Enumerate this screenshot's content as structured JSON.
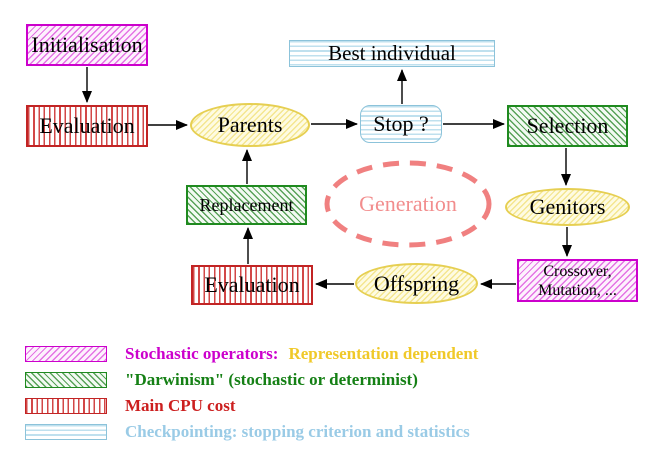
{
  "nodes": {
    "initialisation": "Initialisation",
    "evaluation_top": "Evaluation",
    "parents": "Parents",
    "best_individual": "Best individual",
    "stop": "Stop ?",
    "selection": "Selection",
    "genitors": "Genitors",
    "crossover_mutation": {
      "line1": "Crossover,",
      "line2": "Mutation, ..."
    },
    "offspring": "Offspring",
    "evaluation_bottom": "Evaluation",
    "replacement": "Replacement",
    "generation": "Generation"
  },
  "edges": [
    {
      "from": "initialisation",
      "to": "evaluation_top"
    },
    {
      "from": "evaluation_top",
      "to": "parents"
    },
    {
      "from": "parents",
      "to": "stop"
    },
    {
      "from": "stop",
      "to": "best_individual"
    },
    {
      "from": "stop",
      "to": "selection"
    },
    {
      "from": "selection",
      "to": "genitors"
    },
    {
      "from": "genitors",
      "to": "crossover_mutation"
    },
    {
      "from": "crossover_mutation",
      "to": "offspring"
    },
    {
      "from": "offspring",
      "to": "evaluation_bottom"
    },
    {
      "from": "evaluation_bottom",
      "to": "replacement"
    },
    {
      "from": "replacement",
      "to": "parents"
    }
  ],
  "colors": {
    "stochastic_magenta": "#cc00cc",
    "darwinism_green": "#158015",
    "cpu_red": "#cc1f1f",
    "checkpoint_cyan": "#9acbe6",
    "representation_gold": "#f0c929",
    "operator_yellow_border": "#e6cf52",
    "generation_salmon": "#f08080",
    "arrow_black": "#000000"
  },
  "legend": {
    "items": [
      {
        "pattern": "magenta-diagonal-hatch",
        "parts": [
          {
            "text": "Stochastic operators:",
            "color": "#cc00cc"
          },
          {
            "text": "Representation dependent",
            "color": "#f0c929"
          }
        ]
      },
      {
        "pattern": "green-diagonal-hatch",
        "parts": [
          {
            "text": "\"Darwinism\" (stochastic or determinist)",
            "color": "#158015"
          }
        ]
      },
      {
        "pattern": "red-vertical-stripes",
        "parts": [
          {
            "text": "Main CPU cost",
            "color": "#cc1f1f"
          }
        ]
      },
      {
        "pattern": "cyan-horizontal-stripes",
        "parts": [
          {
            "text": "Checkpointing: stopping criterion and statistics",
            "color": "#9acbe6"
          }
        ]
      }
    ]
  }
}
